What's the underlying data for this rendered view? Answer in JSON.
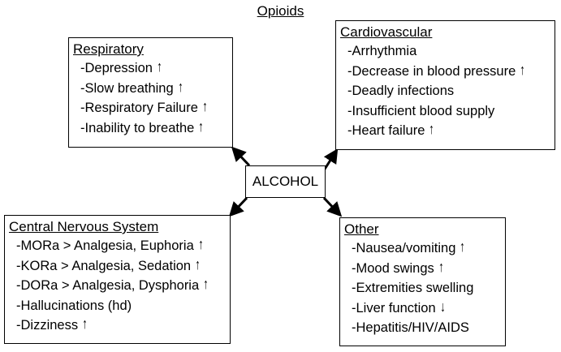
{
  "title": "Opioids",
  "center": "ALCOHOL",
  "boxes": {
    "respiratory": {
      "title": "Respiratory",
      "items": [
        {
          "text": "-Depression",
          "arrow": "↑"
        },
        {
          "text": "-Slow breathing",
          "arrow": "↑"
        },
        {
          "text": "-Respiratory Failure",
          "arrow": "↑"
        },
        {
          "text": "-Inability to breathe",
          "arrow": "↑"
        }
      ]
    },
    "cardiovascular": {
      "title": "Cardiovascular",
      "items": [
        {
          "text": "-Arrhythmia",
          "arrow": ""
        },
        {
          "text": "-Decrease in blood pressure",
          "arrow": "↑"
        },
        {
          "text": "-Deadly infections",
          "arrow": ""
        },
        {
          "text": "-Insufficient blood supply",
          "arrow": ""
        },
        {
          "text": "-Heart failure",
          "arrow": "↑"
        }
      ]
    },
    "cns": {
      "title": "Central Nervous System",
      "items": [
        {
          "text": "-MORa > Analgesia, Euphoria",
          "arrow": "↑"
        },
        {
          "text": "-KORa > Analgesia, Sedation",
          "arrow": "↑"
        },
        {
          "text": "-DORa > Analgesia, Dysphoria",
          "arrow": "↑"
        },
        {
          "text": "-Hallucinations (hd)",
          "arrow": ""
        },
        {
          "text": "-Dizziness",
          "arrow": "↑"
        }
      ]
    },
    "other": {
      "title": "Other",
      "items": [
        {
          "text": "-Nausea/vomiting",
          "arrow": "↑"
        },
        {
          "text": "-Mood swings",
          "arrow": "↑"
        },
        {
          "text": "-Extremities swelling",
          "arrow": ""
        },
        {
          "text": "-Liver function",
          "arrow": "↓"
        },
        {
          "text": "-Hepatitis/HIV/AIDS",
          "arrow": ""
        }
      ]
    }
  }
}
